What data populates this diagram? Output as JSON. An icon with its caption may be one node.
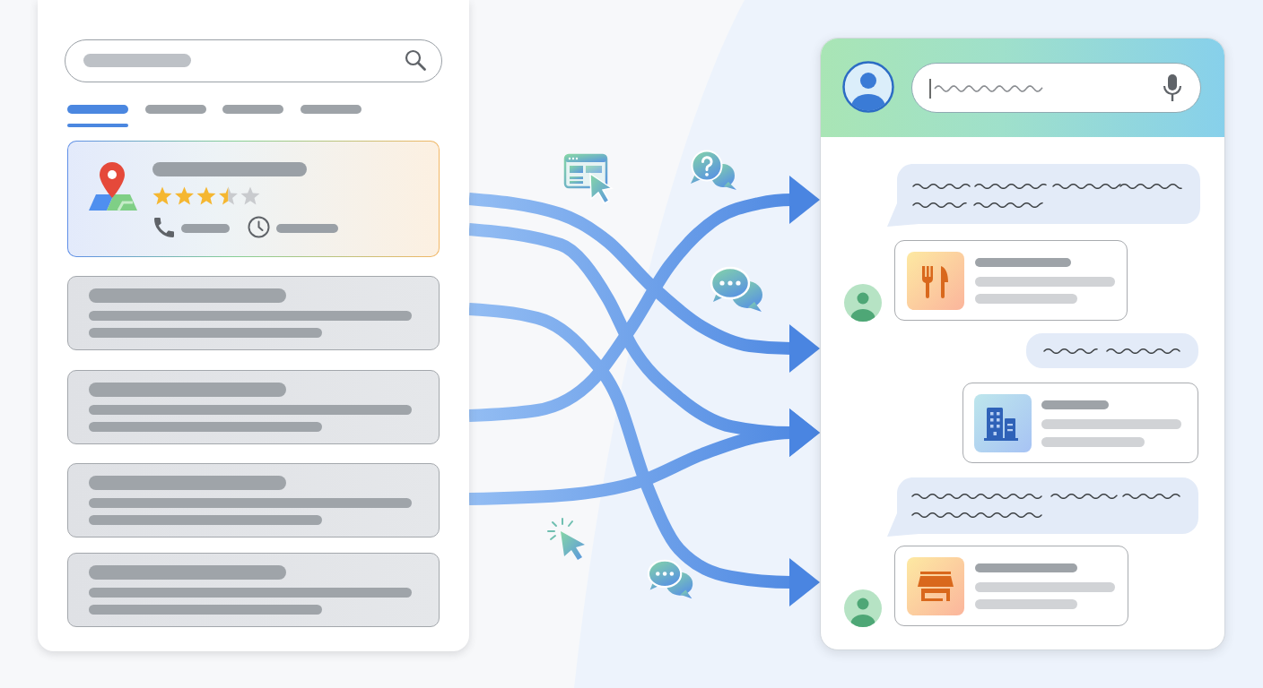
{
  "diagram": {
    "nodes": [
      {
        "text": [],
        "shape": "box"
      },
      {
        "text": [],
        "shape": "box",
        "in": 0
      },
      {
        "text": [],
        "shape": "box",
        "in": 0
      },
      {
        "text": [],
        "shape": "box",
        "in": 0
      },
      {
        "text": [],
        "shape": "box",
        "in": 0
      },
      {
        "text": [],
        "shape": "box",
        "in": 0
      },
      {
        "text": [],
        "shape": "box"
      },
      {
        "text": [],
        "shape": "bubble",
        "in": 6
      },
      {
        "text": [],
        "shape": "box",
        "in": 6
      },
      {
        "text": [],
        "shape": "bubble",
        "in": 6
      },
      {
        "text": [],
        "shape": "box",
        "in": 6
      },
      {
        "text": [],
        "shape": "bubble",
        "in": 6
      },
      {
        "text": [],
        "shape": "box",
        "in": 6
      }
    ],
    "edges": [
      {
        "from": 0,
        "to": 6,
        "arrow": "to"
      },
      {
        "from": 0,
        "to": 6,
        "arrow": "to"
      },
      {
        "from": 0,
        "to": 6,
        "arrow": "to"
      },
      {
        "from": 0,
        "to": 6,
        "arrow": "to"
      },
      {
        "from": 0,
        "to": 6,
        "arrow": "to"
      }
    ]
  }
}
